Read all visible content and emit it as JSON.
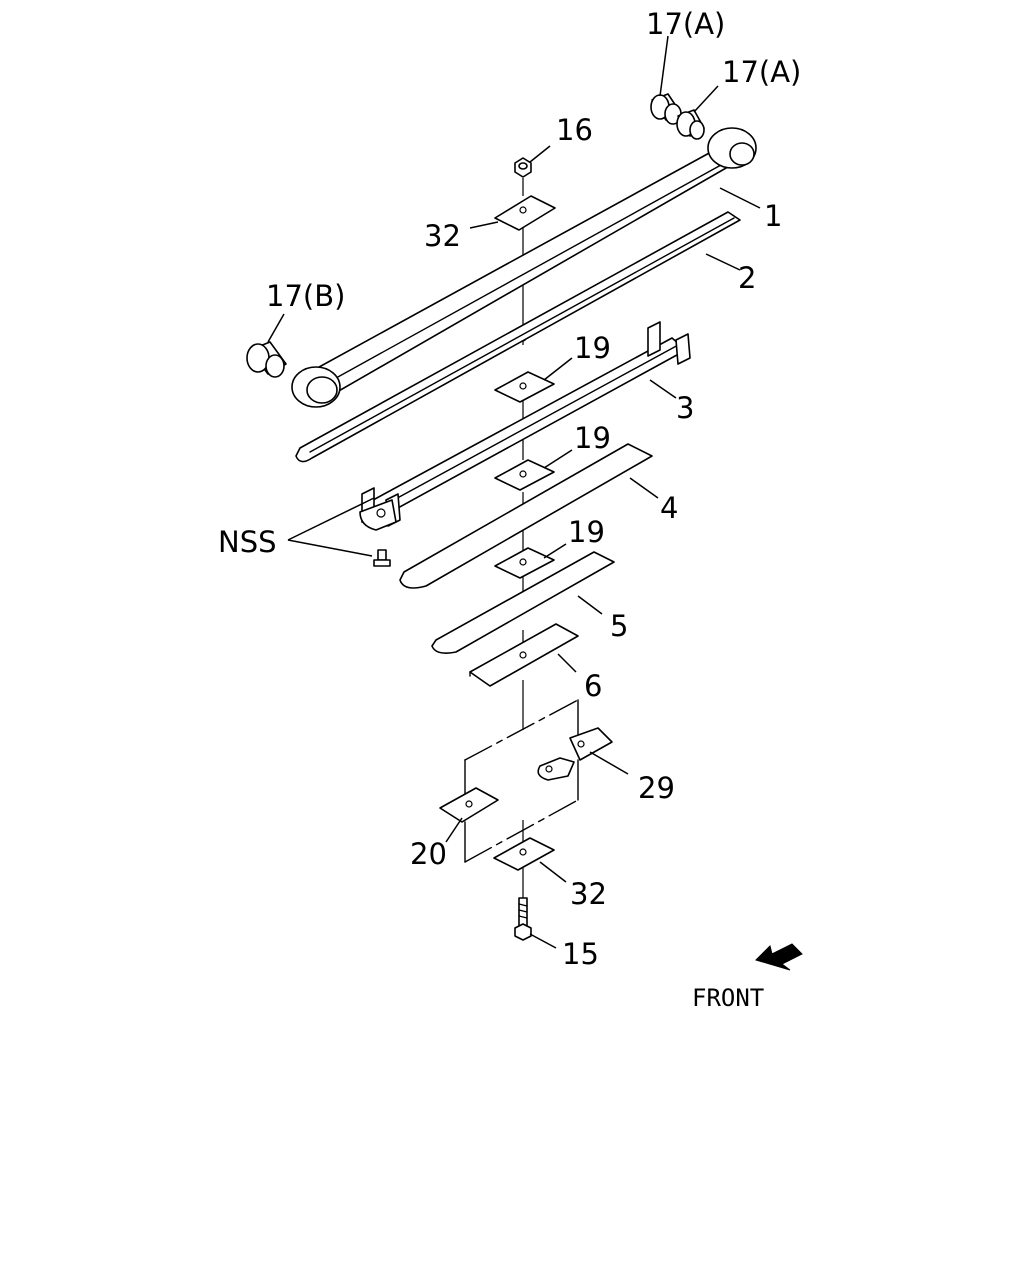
{
  "diagram": {
    "labels": {
      "bushing_a_1": "17(A)",
      "bushing_a_2": "17(A)",
      "nut_16": "16",
      "leaf_1": "1",
      "plate_32_top": "32",
      "leaf_2": "2",
      "bushing_b": "17(B)",
      "pad_19_a": "19",
      "leaf_3": "3",
      "pad_19_b": "19",
      "leaf_4": "4",
      "nss": "NSS",
      "pad_19_c": "19",
      "leaf_5": "5",
      "leaf_6": "6",
      "bracket_29": "29",
      "plate_20": "20",
      "plate_32_bottom": "32",
      "bolt_15": "15"
    },
    "front_label": "FRONT",
    "colors": {
      "line": "#000000",
      "background": "#ffffff"
    }
  }
}
